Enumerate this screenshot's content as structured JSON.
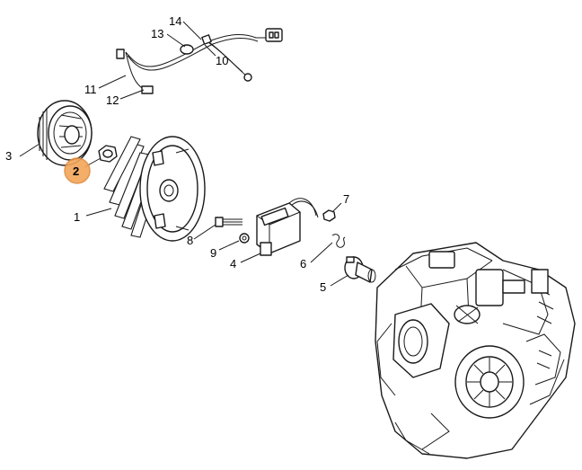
{
  "diagram": {
    "callouts": [
      {
        "id": "1",
        "label": "1"
      },
      {
        "id": "2",
        "label": "2"
      },
      {
        "id": "3",
        "label": "3"
      },
      {
        "id": "4",
        "label": "4"
      },
      {
        "id": "5",
        "label": "5"
      },
      {
        "id": "6",
        "label": "6"
      },
      {
        "id": "7",
        "label": "7"
      },
      {
        "id": "8",
        "label": "8"
      },
      {
        "id": "9",
        "label": "9"
      },
      {
        "id": "10",
        "label": "10"
      },
      {
        "id": "11",
        "label": "11"
      },
      {
        "id": "12",
        "label": "12"
      },
      {
        "id": "13",
        "label": "13"
      },
      {
        "id": "14",
        "label": "14"
      }
    ],
    "highlighted_callout": "2",
    "highlight_color": "#F2A65A",
    "highlight_border": "#E08A3A",
    "line_color": "#1a1a1a"
  }
}
